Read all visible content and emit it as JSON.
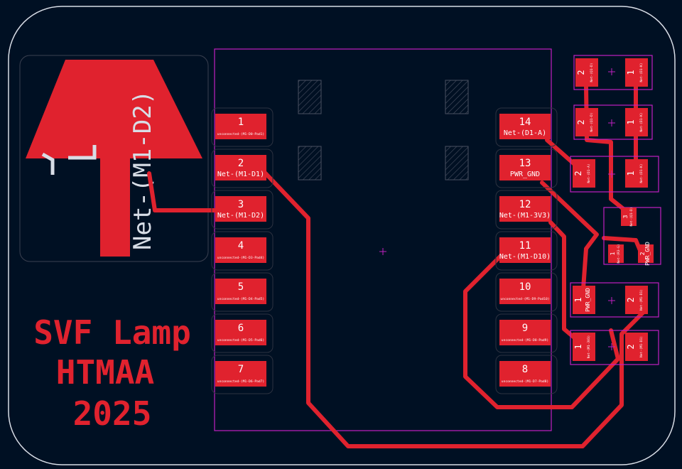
{
  "board": {
    "title_lines": [
      "SVF Lamp",
      "HTMAA",
      "2025"
    ],
    "side_label": "Net-(M1-D2)",
    "corner_mark": "1",
    "colors": {
      "background": "#001023",
      "copper": "#e0222e",
      "outline": "#d8dde6",
      "courtyard": "#c020c0",
      "fab": "#4a5060"
    }
  },
  "module_pads": [
    {
      "num": "1",
      "net": "unconnected-(M1-D0-Pad1)"
    },
    {
      "num": "2",
      "net": "Net-(M1-D1)"
    },
    {
      "num": "3",
      "net": "Net-(M1-D2)"
    },
    {
      "num": "4",
      "net": "unconnected-(M1-D3-Pad4)"
    },
    {
      "num": "5",
      "net": "unconnected-(M1-D4-Pad5)"
    },
    {
      "num": "6",
      "net": "unconnected-(M1-D5-Pad6)"
    },
    {
      "num": "7",
      "net": "unconnected-(M1-D6-Pad7)"
    },
    {
      "num": "14",
      "net": "Net-(D1-A)"
    },
    {
      "num": "13",
      "net": "PWR_GND"
    },
    {
      "num": "12",
      "net": "Net-(M1-3V3)"
    },
    {
      "num": "11",
      "net": "Net-(M1-D10)"
    },
    {
      "num": "10",
      "net": "unconnected-(M1-D9-Pad10)"
    },
    {
      "num": "9",
      "net": "unconnected-(M1-D8-Pad9)"
    },
    {
      "num": "8",
      "net": "unconnected-(M1-D7-Pad8)"
    }
  ],
  "small_pads": [
    {
      "num": "2",
      "net": "Net-(Q1-D)"
    },
    {
      "num": "1",
      "net": "Net-(D1-K)"
    },
    {
      "num": "2",
      "net": "Net-(Q1-D)"
    },
    {
      "num": "1",
      "net": "Net-(D1-K)"
    },
    {
      "num": "2",
      "net": "Net-(D1-A)"
    },
    {
      "num": "1",
      "net": "Net-(D1-K)"
    },
    {
      "num": "3",
      "net": "Net-(Q1-D)"
    },
    {
      "num": "1",
      "net": "Net-(R3-G)"
    },
    {
      "num": "2",
      "net": "PWR_GND"
    },
    {
      "num": "1",
      "net": "PWR_GND"
    },
    {
      "num": "2",
      "net": "Net-(M1-D1)"
    },
    {
      "num": "1",
      "net": "Net-(M1-3V3)"
    },
    {
      "num": "2",
      "net": "Net-(M1-D1)"
    }
  ]
}
